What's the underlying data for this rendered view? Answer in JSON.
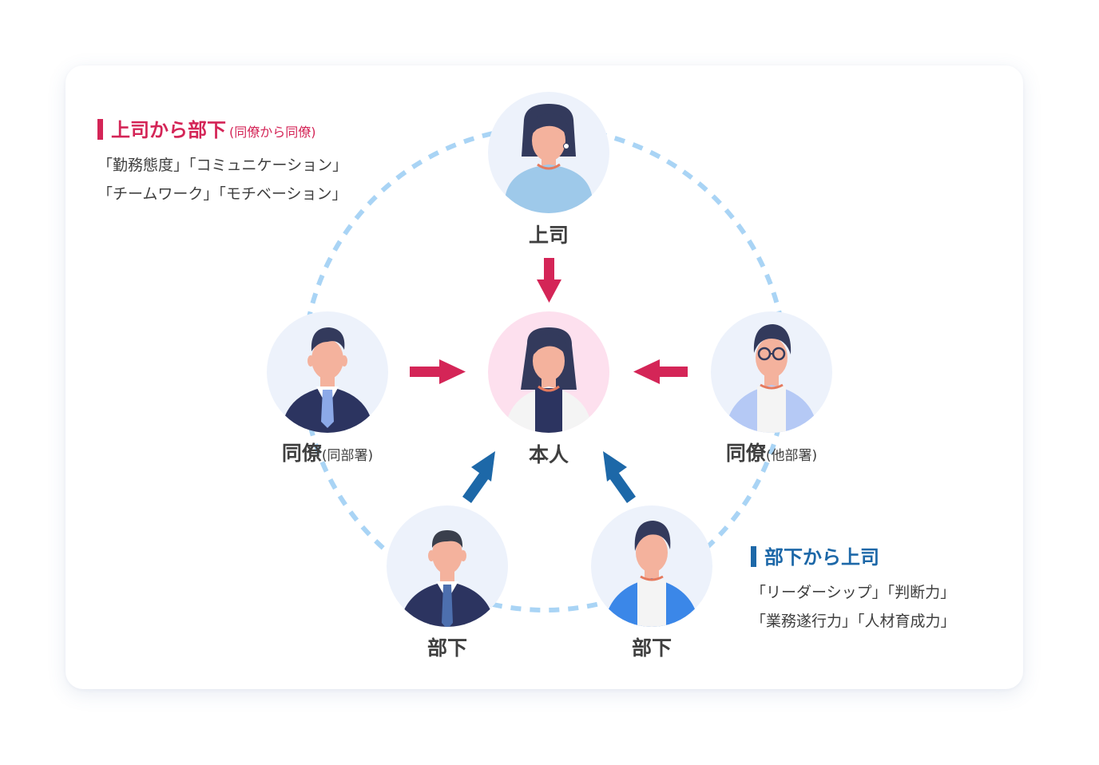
{
  "colors": {
    "top_down_accent": "#d42557",
    "bottom_up_accent": "#1d68a8",
    "ring": "#a9d4f5",
    "avatar_bg": "#edf2fb",
    "self_bg": "#fde0ee",
    "skin": "#f4b29d",
    "hair": "#333a5c"
  },
  "people": {
    "boss": {
      "label": "上司",
      "icon": "woman-avatar-icon"
    },
    "self": {
      "label": "本人",
      "icon": "woman-avatar-icon"
    },
    "peer_same": {
      "label": "同僚",
      "sub": "(同部署)",
      "icon": "man-suit-avatar-icon"
    },
    "peer_other": {
      "label": "同僚",
      "sub": "(他部署)",
      "icon": "man-glasses-avatar-icon"
    },
    "sub1": {
      "label": "部下",
      "icon": "man-suit-avatar-icon"
    },
    "sub2": {
      "label": "部下",
      "icon": "man-avatar-icon"
    }
  },
  "callouts": {
    "top_down": {
      "title": "上司から部下",
      "title_sub": "(同僚から同僚)",
      "lines": [
        "「勤務態度」「コミュニケーション」",
        "「チームワーク」「モチベーション」"
      ]
    },
    "bottom_up": {
      "title": "部下から上司",
      "lines": [
        "「リーダーシップ」「判断力」",
        "「業務遂行力」「人材育成力」"
      ]
    }
  }
}
